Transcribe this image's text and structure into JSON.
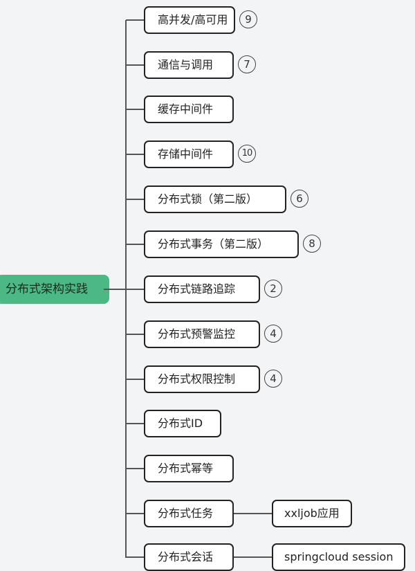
{
  "root": {
    "label": "分布式架构实践",
    "color": "#4cb883"
  },
  "nodes": [
    {
      "label": "高并发/高可用",
      "badge": "9"
    },
    {
      "label": "通信与调用",
      "badge": "7"
    },
    {
      "label": "缓存中间件"
    },
    {
      "label": "存储中间件",
      "badge": "10"
    },
    {
      "label": "分布式锁（第二版）",
      "badge": "6"
    },
    {
      "label": "分布式事务（第二版）",
      "badge": "8"
    },
    {
      "label": "分布式链路追踪",
      "badge": "2"
    },
    {
      "label": "分布式预警监控",
      "badge": "4"
    },
    {
      "label": "分布式权限控制",
      "badge": "4"
    },
    {
      "label": "分布式ID"
    },
    {
      "label": "分布式幂等"
    },
    {
      "label": "分布式任务",
      "child": "xxljob应用"
    },
    {
      "label": "分布式会话",
      "child": "springcloud session"
    }
  ]
}
